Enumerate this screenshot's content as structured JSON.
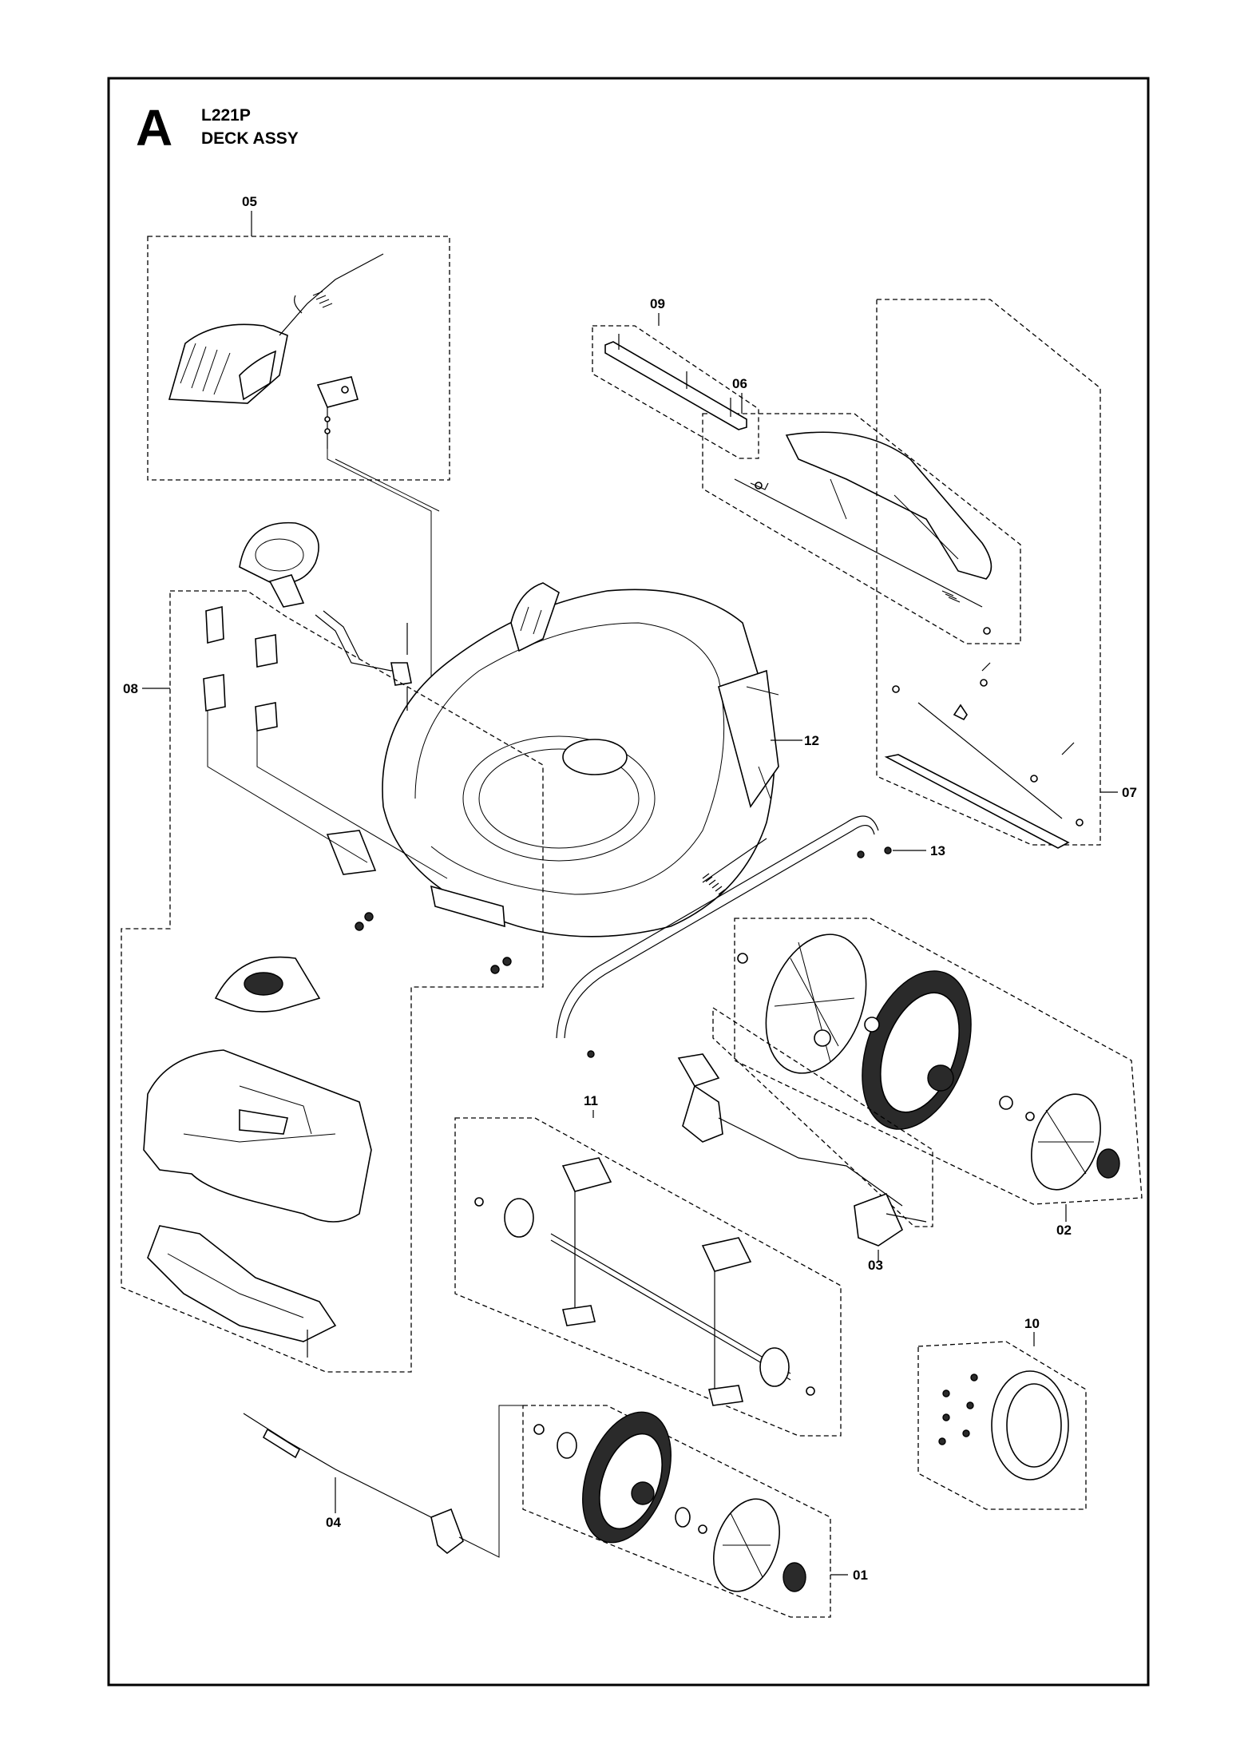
{
  "header": {
    "section_letter": "A",
    "model": "L221P",
    "title": "DECK ASSY"
  },
  "callouts": [
    "01",
    "02",
    "03",
    "04",
    "05",
    "06",
    "07",
    "08",
    "09",
    "10",
    "11",
    "12",
    "13"
  ]
}
